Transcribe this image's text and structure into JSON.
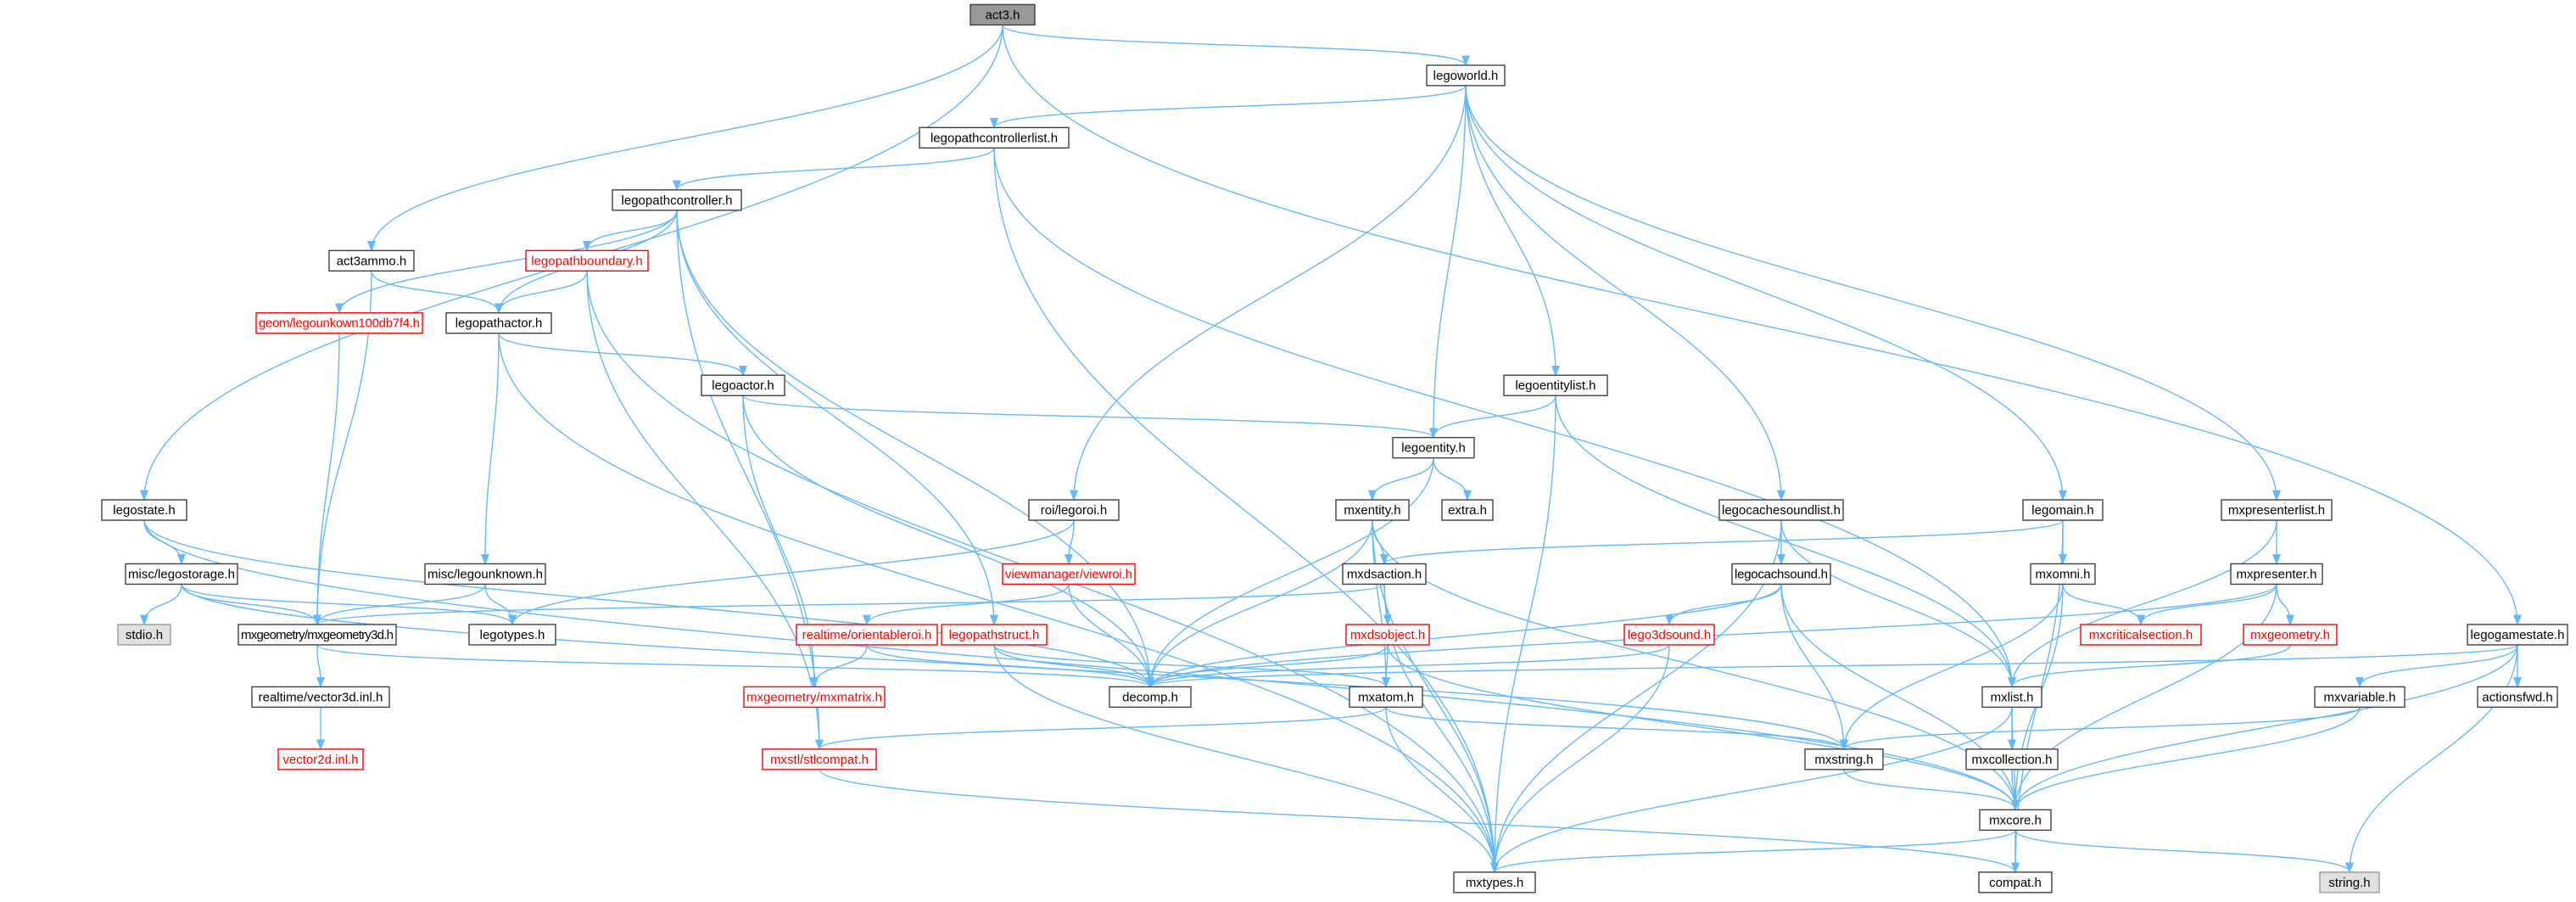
{
  "colors": {
    "edge": "#63b8ff",
    "normal_fill": "#ffffff",
    "normal_border": "#404040",
    "normal_text": "#000000",
    "missing_border": "#ff0000",
    "missing_text": "#ff0000",
    "root_fill": "#999999",
    "system_fill": "#e0e0e0",
    "system_border": "#999999"
  },
  "nodes": [
    {
      "id": "act3",
      "label": "act3.h",
      "kind": "root"
    },
    {
      "id": "legoworld",
      "label": "legoworld.h",
      "kind": "normal"
    },
    {
      "id": "lpclist",
      "label": "legopathcontrollerlist.h",
      "kind": "normal"
    },
    {
      "id": "lpc",
      "label": "legopathcontroller.h",
      "kind": "normal"
    },
    {
      "id": "act3ammo",
      "label": "act3ammo.h",
      "kind": "normal"
    },
    {
      "id": "lpb",
      "label": "legopathboundary.h",
      "kind": "missing"
    },
    {
      "id": "geomunk",
      "label": "geom/legounkown100db7f4.h",
      "kind": "missing"
    },
    {
      "id": "lpactor",
      "label": "legopathactor.h",
      "kind": "normal"
    },
    {
      "id": "legoactor",
      "label": "legoactor.h",
      "kind": "normal"
    },
    {
      "id": "lelist",
      "label": "legoentitylist.h",
      "kind": "normal"
    },
    {
      "id": "legoentity",
      "label": "legoentity.h",
      "kind": "normal"
    },
    {
      "id": "legostate",
      "label": "legostate.h",
      "kind": "normal"
    },
    {
      "id": "legostorage",
      "label": "misc/legostorage.h",
      "kind": "normal"
    },
    {
      "id": "stdio",
      "label": "stdio.h",
      "kind": "system"
    },
    {
      "id": "mxgeo3d",
      "label": "mxgeometry/mxgeometry3d.h",
      "kind": "normal"
    },
    {
      "id": "legounknown",
      "label": "misc/legounknown.h",
      "kind": "normal"
    },
    {
      "id": "legotypes",
      "label": "legotypes.h",
      "kind": "normal"
    },
    {
      "id": "vector3d",
      "label": "realtime/vector3d.inl.h",
      "kind": "normal"
    },
    {
      "id": "vector2d",
      "label": "vector2d.inl.h",
      "kind": "missing"
    },
    {
      "id": "legoroi",
      "label": "roi/legoroi.h",
      "kind": "normal"
    },
    {
      "id": "viewroi",
      "label": "viewmanager/viewroi.h",
      "kind": "missing"
    },
    {
      "id": "orientroi",
      "label": "realtime/orientableroi.h",
      "kind": "missing"
    },
    {
      "id": "mxmatrix",
      "label": "mxgeometry/mxmatrix.h",
      "kind": "missing"
    },
    {
      "id": "lpstruct",
      "label": "legopathstruct.h",
      "kind": "missing"
    },
    {
      "id": "mxentity",
      "label": "mxentity.h",
      "kind": "normal"
    },
    {
      "id": "extra",
      "label": "extra.h",
      "kind": "normal"
    },
    {
      "id": "mxdsaction",
      "label": "mxdsaction.h",
      "kind": "normal"
    },
    {
      "id": "mxdsobject",
      "label": "mxdsobject.h",
      "kind": "missing"
    },
    {
      "id": "decomp",
      "label": "decomp.h",
      "kind": "normal"
    },
    {
      "id": "mxatom",
      "label": "mxatom.h",
      "kind": "normal"
    },
    {
      "id": "mxstl",
      "label": "mxstl/stlcompat.h",
      "kind": "missing"
    },
    {
      "id": "mxtypes",
      "label": "mxtypes.h",
      "kind": "normal"
    },
    {
      "id": "lcslist",
      "label": "legocachesoundlist.h",
      "kind": "normal"
    },
    {
      "id": "lcsound",
      "label": "legocachsound.h",
      "kind": "normal"
    },
    {
      "id": "lego3d",
      "label": "lego3dsound.h",
      "kind": "missing"
    },
    {
      "id": "mxstring",
      "label": "mxstring.h",
      "kind": "normal"
    },
    {
      "id": "legomain",
      "label": "legomain.h",
      "kind": "normal"
    },
    {
      "id": "mxomni",
      "label": "mxomni.h",
      "kind": "normal"
    },
    {
      "id": "mxcrit",
      "label": "mxcriticalsection.h",
      "kind": "missing"
    },
    {
      "id": "mxplist",
      "label": "mxpresenterlist.h",
      "kind": "normal"
    },
    {
      "id": "mxpresenter",
      "label": "mxpresenter.h",
      "kind": "normal"
    },
    {
      "id": "mxgeometry",
      "label": "mxgeometry.h",
      "kind": "missing"
    },
    {
      "id": "mxlist",
      "label": "mxlist.h",
      "kind": "normal"
    },
    {
      "id": "mxcollection",
      "label": "mxcollection.h",
      "kind": "normal"
    },
    {
      "id": "mxcore",
      "label": "mxcore.h",
      "kind": "normal"
    },
    {
      "id": "compat",
      "label": "compat.h",
      "kind": "normal"
    },
    {
      "id": "stringh",
      "label": "string.h",
      "kind": "system"
    },
    {
      "id": "legogamestate",
      "label": "legogamestate.h",
      "kind": "normal"
    },
    {
      "id": "mxvariable",
      "label": "mxvariable.h",
      "kind": "normal"
    },
    {
      "id": "actionsfwd",
      "label": "actionsfwd.h",
      "kind": "normal"
    }
  ],
  "edges": [
    [
      "act3",
      "legoworld"
    ],
    [
      "act3",
      "act3ammo"
    ],
    [
      "act3",
      "legostate"
    ],
    [
      "act3",
      "legogamestate"
    ],
    [
      "legoworld",
      "lpclist"
    ],
    [
      "legoworld",
      "legoentity"
    ],
    [
      "legoworld",
      "lelist"
    ],
    [
      "legoworld",
      "legoroi"
    ],
    [
      "legoworld",
      "lcslist"
    ],
    [
      "legoworld",
      "legomain"
    ],
    [
      "legoworld",
      "mxplist"
    ],
    [
      "lpclist",
      "lpc"
    ],
    [
      "lpclist",
      "mxlist"
    ],
    [
      "lpclist",
      "mxtypes"
    ],
    [
      "lpc",
      "lpb"
    ],
    [
      "lpc",
      "geomunk"
    ],
    [
      "lpc",
      "lpactor"
    ],
    [
      "lpc",
      "lpstruct"
    ],
    [
      "lpc",
      "decomp"
    ],
    [
      "lpc",
      "mxstl"
    ],
    [
      "act3ammo",
      "lpactor"
    ],
    [
      "act3ammo",
      "mxgeo3d"
    ],
    [
      "lpb",
      "lpactor"
    ],
    [
      "lpb",
      "mxstl"
    ],
    [
      "lpb",
      "mxtypes"
    ],
    [
      "geomunk",
      "mxgeo3d"
    ],
    [
      "lpactor",
      "legoactor"
    ],
    [
      "lpactor",
      "legounknown"
    ],
    [
      "lpactor",
      "mxtypes"
    ],
    [
      "legoactor",
      "legoentity"
    ],
    [
      "legoactor",
      "mxmatrix"
    ],
    [
      "legoactor",
      "decomp"
    ],
    [
      "lelist",
      "legoentity"
    ],
    [
      "lelist",
      "mxlist"
    ],
    [
      "lelist",
      "mxtypes"
    ],
    [
      "legoentity",
      "extra"
    ],
    [
      "legoentity",
      "mxentity"
    ],
    [
      "legoentity",
      "decomp"
    ],
    [
      "legostate",
      "legostorage"
    ],
    [
      "legostate",
      "decomp"
    ],
    [
      "legostate",
      "mxcore"
    ],
    [
      "legostorage",
      "stdio"
    ],
    [
      "legostorage",
      "mxgeo3d"
    ],
    [
      "legostorage",
      "legotypes"
    ],
    [
      "legostorage",
      "mxstring"
    ],
    [
      "legounknown",
      "mxgeo3d"
    ],
    [
      "legounknown",
      "legotypes"
    ],
    [
      "mxgeo3d",
      "vector3d"
    ],
    [
      "mxgeo3d",
      "decomp"
    ],
    [
      "vector3d",
      "vector2d"
    ],
    [
      "legoroi",
      "viewroi"
    ],
    [
      "legoroi",
      "legotypes"
    ],
    [
      "viewroi",
      "orientroi"
    ],
    [
      "viewroi",
      "decomp"
    ],
    [
      "orientroi",
      "mxmatrix"
    ],
    [
      "orientroi",
      "decomp"
    ],
    [
      "lpstruct",
      "decomp"
    ],
    [
      "lpstruct",
      "mxatom"
    ],
    [
      "lpstruct",
      "mxtypes"
    ],
    [
      "mxentity",
      "mxdsaction"
    ],
    [
      "mxentity",
      "decomp"
    ],
    [
      "mxentity",
      "mxatom"
    ],
    [
      "mxentity",
      "mxtypes"
    ],
    [
      "mxentity",
      "mxcore"
    ],
    [
      "mxdsaction",
      "mxdsobject"
    ],
    [
      "mxdsaction",
      "mxgeo3d"
    ],
    [
      "mxdsaction",
      "mxtypes"
    ],
    [
      "mxdsobject",
      "mxatom"
    ],
    [
      "mxdsobject",
      "decomp"
    ],
    [
      "mxdsobject",
      "mxcore"
    ],
    [
      "mxatom",
      "mxstl"
    ],
    [
      "mxatom",
      "mxstring"
    ],
    [
      "mxatom",
      "mxtypes"
    ],
    [
      "mxstl",
      "compat"
    ],
    [
      "lcslist",
      "lcsound"
    ],
    [
      "lcslist",
      "mxlist"
    ],
    [
      "lcslist",
      "mxtypes"
    ],
    [
      "lcsound",
      "lego3d"
    ],
    [
      "lcsound",
      "decomp"
    ],
    [
      "lcsound",
      "mxstring"
    ],
    [
      "lcsound",
      "mxcore"
    ],
    [
      "lego3d",
      "decomp"
    ],
    [
      "lego3d",
      "mxtypes"
    ],
    [
      "legomain",
      "mxomni"
    ],
    [
      "legomain",
      "mxdsaction"
    ],
    [
      "legomain",
      "compat"
    ],
    [
      "mxomni",
      "mxcrit"
    ],
    [
      "mxomni",
      "mxstring"
    ],
    [
      "mxomni",
      "mxcore"
    ],
    [
      "mxplist",
      "mxpresenter"
    ],
    [
      "mxplist",
      "mxlist"
    ],
    [
      "mxpresenter",
      "mxcrit"
    ],
    [
      "mxpresenter",
      "mxgeometry"
    ],
    [
      "mxpresenter",
      "decomp"
    ],
    [
      "mxpresenter",
      "mxcore"
    ],
    [
      "mxgeometry",
      "mxlist"
    ],
    [
      "mxlist",
      "mxcollection"
    ],
    [
      "mxlist",
      "mxcore"
    ],
    [
      "mxlist",
      "mxtypes"
    ],
    [
      "mxcollection",
      "mxcore"
    ],
    [
      "mxstring",
      "mxcore"
    ],
    [
      "mxcore",
      "compat"
    ],
    [
      "mxcore",
      "mxtypes"
    ],
    [
      "mxcore",
      "stringh"
    ],
    [
      "legogamestate",
      "mxvariable"
    ],
    [
      "legogamestate",
      "actionsfwd"
    ],
    [
      "legogamestate",
      "mxcore"
    ],
    [
      "legogamestate",
      "stringh"
    ],
    [
      "legogamestate",
      "decomp"
    ],
    [
      "mxvariable",
      "mxstring"
    ],
    [
      "mxvariable",
      "mxcore"
    ]
  ]
}
